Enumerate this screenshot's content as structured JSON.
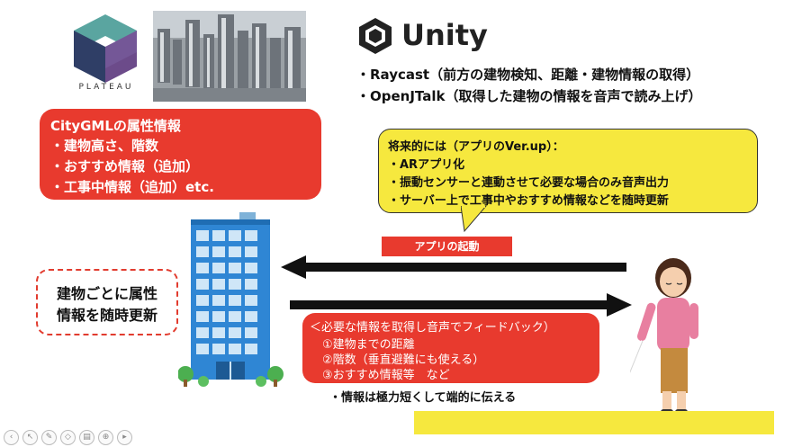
{
  "plateau": {
    "logo_text": "PLATEAU"
  },
  "unity": {
    "name": "Unity",
    "line1": "・Raycast（前方の建物検知、距離・建物情報の取得）",
    "line2": "・OpenJTalk（取得した建物の情報を音声で読み上げ）"
  },
  "citygml": {
    "title": "CityGMLの属性情報",
    "items": [
      "・建物高さ、階数",
      "・おすすめ情報（追加）",
      "・工事中情報（追加）etc."
    ]
  },
  "future": {
    "title": "将来的には（アプリのVer.up）：",
    "items": [
      "・ARアプリ化",
      "・振動センサーと連動させて必要な場合のみ音声出力",
      "・サーバー上で工事中やおすすめ情報などを随時更新"
    ]
  },
  "update_box": {
    "line1": "建物ごとに属性",
    "line2": "情報を随時更新"
  },
  "launch_label": "アプリの起動",
  "feedback": {
    "title": "＜必要な情報を取得し音声でフィードバック）",
    "items": [
      "①建物までの距離",
      "②階数（垂直避難にも使える）",
      "③おすすめ情報等　など"
    ]
  },
  "note": "・情報は極力短くして端的に伝える",
  "toolbar": {
    "icons": [
      "back-icon",
      "pointer-icon",
      "pen-icon",
      "eraser-icon",
      "slides-icon",
      "zoom-icon",
      "video-icon"
    ]
  },
  "colors": {
    "red": "#e83a2e",
    "yellow": "#f6e83e",
    "building_blue": "#2f86d4"
  }
}
